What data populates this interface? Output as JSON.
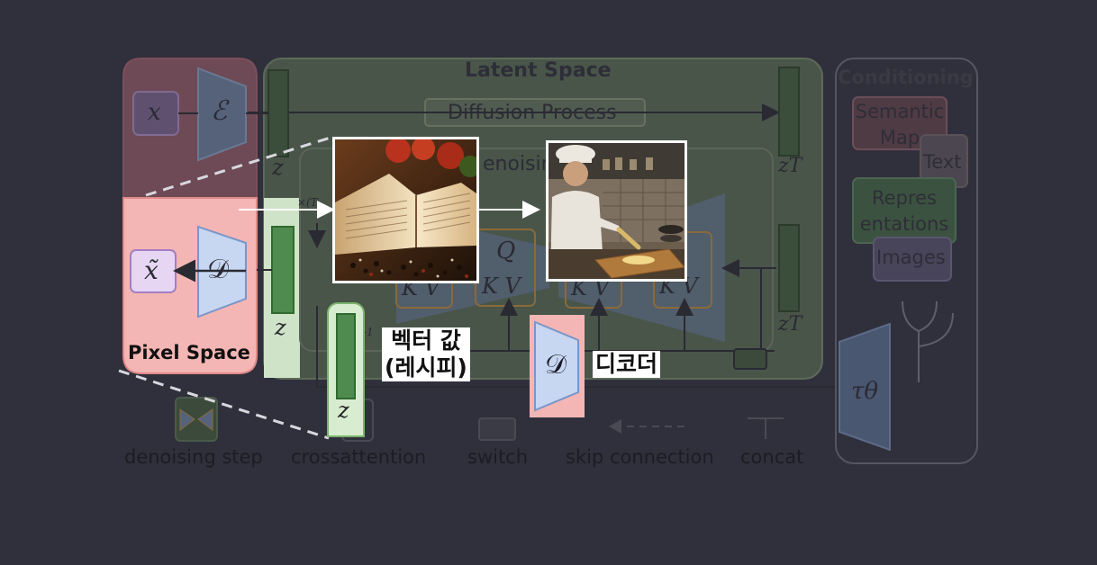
{
  "diagram": {
    "latent_space_title": "Latent Space",
    "pixel_space_title": "Pixel Space",
    "conditioning_title": "Conditioning",
    "diffusion_process_label": "Diffusion Process",
    "denoising_partial_label": "enoisin",
    "conditioning_items": [
      "Semantic Map",
      "Text",
      "Repres entations",
      "Images"
    ],
    "symbols": {
      "x": "x",
      "encoder": "ℰ",
      "x_tilde": "x̃",
      "decoder": "𝒟",
      "z": "z",
      "z_T": "zT",
      "tau_theta": "τθ",
      "q": "Q",
      "kv": "K V",
      "t_partial": "×(T",
      "one_partial": "-1"
    },
    "legend": [
      "denoising step",
      "crossattention",
      "switch",
      "skip connection",
      "concat"
    ]
  },
  "overlay": {
    "vector_label_line1": "벡터 값",
    "vector_label_line2": "(레시피)",
    "decoder_label": "디코더",
    "decoder_symbol": "𝒟",
    "z_symbol": "z"
  },
  "colors": {
    "background": "#30303c",
    "pixel_space": "#f4b6b4",
    "latent_space": "#cfe3c8",
    "encoder_decoder": "#c7d7f1",
    "z_bar": "#4f8a4f"
  }
}
